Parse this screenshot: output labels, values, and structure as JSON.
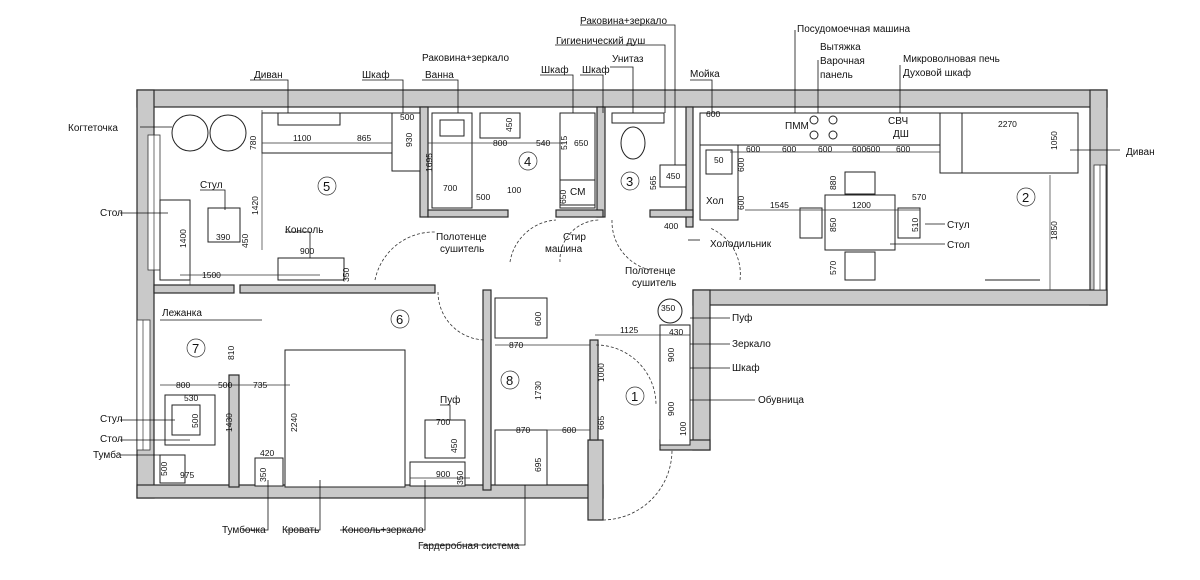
{
  "labels": {
    "kogtetochka": "Когтеточка",
    "divan_left": "Диван",
    "shkaf_top1": "Шкаф",
    "vanna": "Ванна",
    "rakovina_zerkalo_top": "Раковина+зеркало",
    "shkaf_top2": "Шкаф",
    "shkaf_top3": "Шкаф",
    "unitaz": "Унитаз",
    "gig_dush": "Гигиенический душ",
    "rakovina_zerkalo_wc": "Раковина+зеркало",
    "moika": "Мойка",
    "posuda": "Посудомоечная машина",
    "vytyazhka": "Вытяжка",
    "varochnaya": "Варочная",
    "panel": "панель",
    "mikrovolnovka": "Микроволновая печь",
    "duhovoi": "Духовой шкаф",
    "divan_right": "Диван",
    "stul_right": "Стул",
    "stol_right": "Стол",
    "holodilnik": "Холодильник",
    "hol_short": "Хол",
    "polotence1": "Полотенце",
    "sushitel1": "сушитель",
    "stir": "Стир",
    "mashina": "машина",
    "polotence2": "Полотенце",
    "sushitel2": "сушитель",
    "stul_left": "Стул",
    "stol_left": "Стол",
    "konsol": "Консоль",
    "lezhanka": "Лежанка",
    "puf_right": "Пуф",
    "zerkalo": "Зеркало",
    "shkaf_hall": "Шкаф",
    "obuvnica": "Обувница",
    "puf_mid": "Пуф",
    "stul_bed": "Стул",
    "stol_bed": "Стол",
    "tumba": "Тумба",
    "tumbochka": "Тумбочка",
    "krovat": "Кровать",
    "konsol_zerkalo": "Консоль+зеркало",
    "garderob": "Гардеробная система",
    "pmm": "ПММ",
    "svch": "СВЧ",
    "dsh": "ДШ",
    "sm": "СМ"
  },
  "rooms": {
    "r1": "1",
    "r2": "2",
    "r3": "3",
    "r4": "4",
    "r5": "5",
    "r6": "6",
    "r7": "7",
    "r8": "8"
  },
  "dims": {
    "d1100": "1100",
    "d865": "865",
    "d780": "780",
    "d930": "930",
    "d500a": "500",
    "d1420": "1420",
    "d390": "390",
    "d450a": "450",
    "d1400": "1400",
    "d1500": "1500",
    "d900a": "900",
    "d350a": "350",
    "d1695": "1695",
    "d450b": "450",
    "d800a": "800",
    "d540": "540",
    "d515": "515",
    "d650": "650",
    "d700a": "700",
    "d500b": "500",
    "d100a": "100",
    "d650b": "650",
    "d565": "565",
    "d450c": "450",
    "d400": "400",
    "d600k1": "600",
    "d50": "50",
    "d600v": "600",
    "d600v2": "600",
    "d600r1": "600",
    "d600r2": "600",
    "d600r3": "600",
    "d600r4": "600",
    "d600r5": "600",
    "d600r6": "600",
    "d2270": "2270",
    "d1050": "1050",
    "d880": "880",
    "d1545": "1545",
    "d1200": "1200",
    "d570a": "570",
    "d850": "850",
    "d510": "510",
    "d570b": "570",
    "d1850": "1850",
    "d350b": "350",
    "d1125": "1125",
    "d430": "430",
    "d900h1": "900",
    "d900h2": "900",
    "d100b": "100",
    "d600h": "600",
    "d870a": "870",
    "d1000": "1000",
    "d1730": "1730",
    "d665": "665",
    "d870b": "870",
    "d600h2": "600",
    "d695": "695",
    "d810": "810",
    "d800b": "800",
    "d500c": "500",
    "d735": "735",
    "d530": "530",
    "d500d": "500",
    "d1430": "1430",
    "d2240": "2240",
    "d420": "420",
    "d350c": "350",
    "d975": "975",
    "d500e": "500",
    "d700b": "700",
    "d450d": "450",
    "d900b": "900",
    "d350d": "350"
  }
}
